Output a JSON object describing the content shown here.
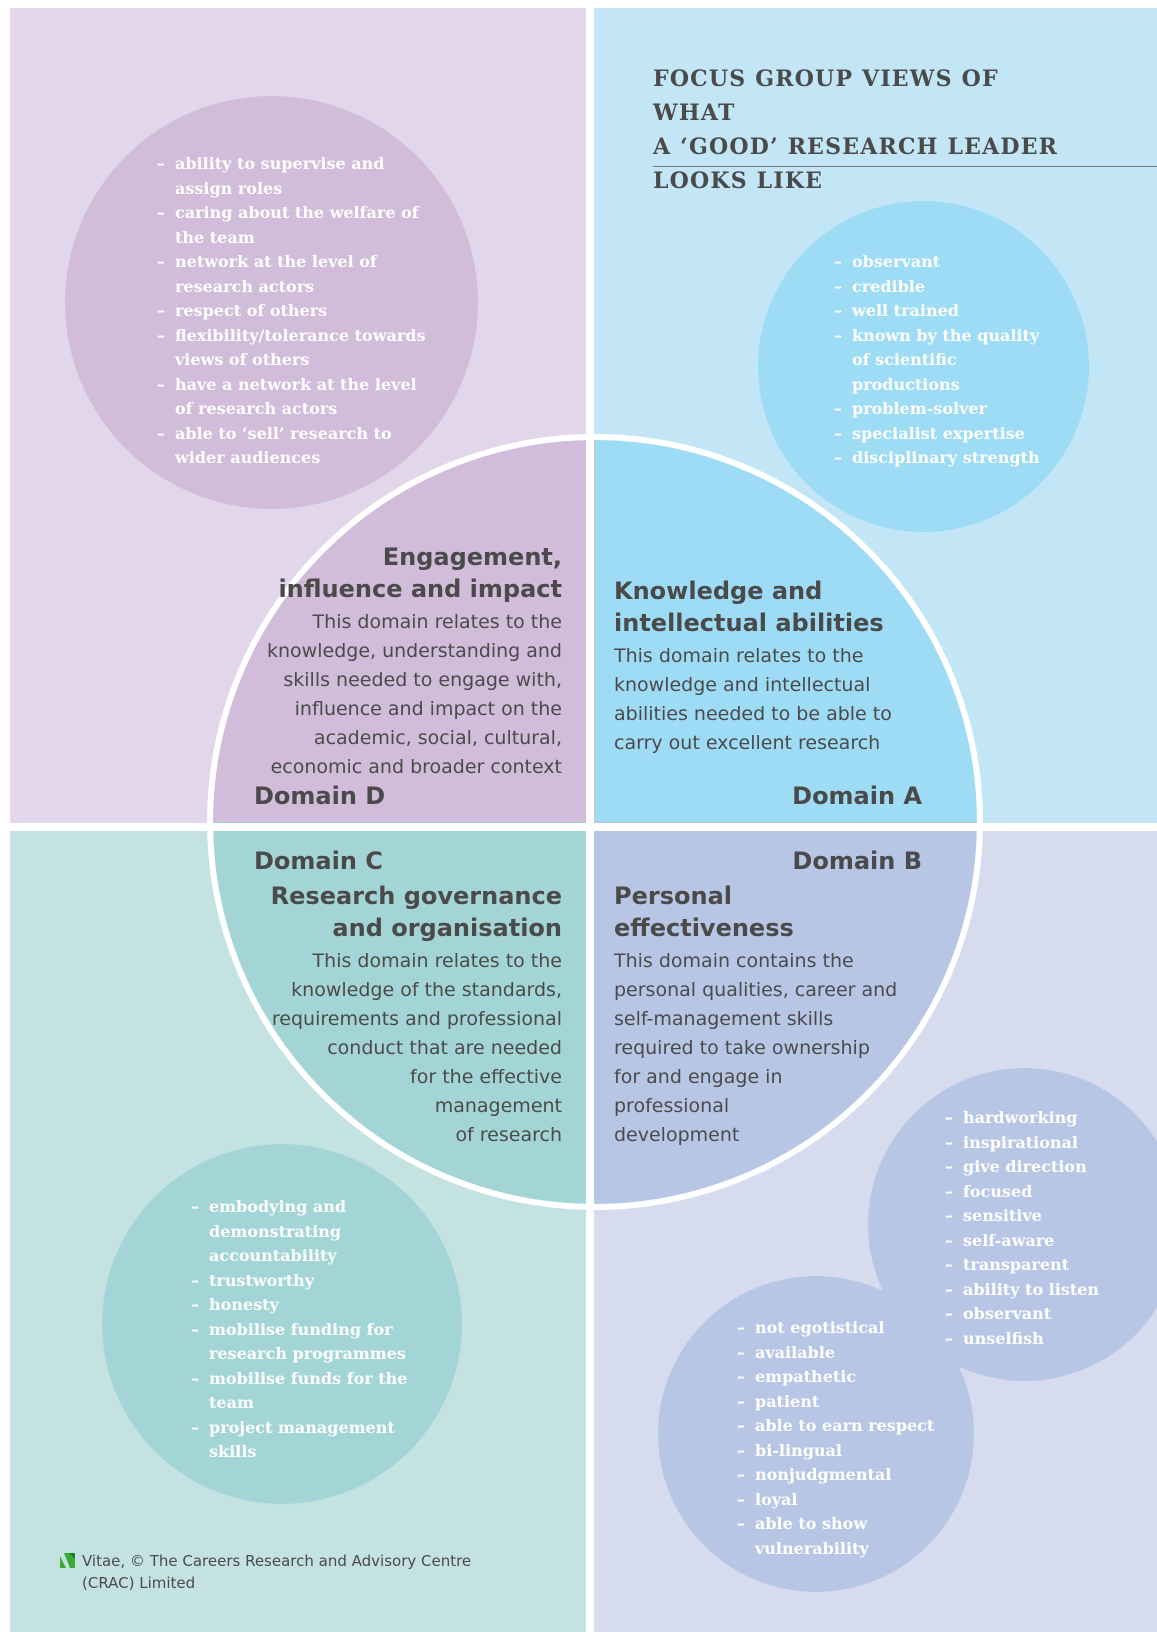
{
  "title_lines": [
    "Focus group views of what",
    "a ‘good’ research leader",
    "looks like"
  ],
  "bubbles": {
    "engagement_traits": [
      "ability to supervise and assign roles",
      "caring about the welfare of the team",
      "network at the level of research actors",
      "respect of others",
      "flexibility/tolerance towards views of others",
      "have a network at the level of research actors",
      "able to ‘sell’ research to wider audiences"
    ],
    "knowledge_traits": [
      "observant",
      "credible",
      "well trained",
      "known by the quality of scientific productions",
      "problem-solver",
      "specialist expertise",
      "disciplinary strength"
    ],
    "governance_traits": [
      "embodying and demonstrating accountability",
      "trustworthy",
      "honesty",
      "mobilise funding for research programmes",
      "mobilise funds for the team",
      "project management skills"
    ],
    "personal_traits_1": [
      "hardworking",
      "inspirational",
      "give direction",
      "focused",
      "sensitive",
      "self-aware",
      "transparent",
      "ability to listen",
      "observant",
      "unselfish"
    ],
    "personal_traits_2": [
      "not egotistical",
      "available",
      "empathetic",
      "patient",
      "able to earn respect",
      "bi-lingual",
      "nonjudgmental",
      "loyal",
      "able to show vulnerability"
    ]
  },
  "domains": {
    "d": {
      "tag": "Domain D",
      "name_lines": [
        "Engagement,",
        "influence and impact"
      ],
      "desc_lines": [
        "This domain relates to the",
        "knowledge, understanding and",
        "skills needed to engage with,",
        "influence and impact on the",
        "academic, social, cultural,",
        "economic and broader context"
      ]
    },
    "a": {
      "tag": "Domain A",
      "name_lines": [
        "Knowledge and",
        "intellectual abilities"
      ],
      "desc_lines": [
        "This domain relates to the",
        "knowledge and intellectual",
        "abilities needed to be able to",
        "carry out excellent research"
      ]
    },
    "c": {
      "tag": "Domain C",
      "name_lines": [
        "Research governance",
        "and organisation"
      ],
      "desc_lines": [
        "This domain relates to the",
        "knowledge of the standards,",
        "requirements and professional",
        "conduct that are needed",
        "for the effective",
        "management",
        "of research"
      ]
    },
    "b": {
      "tag": "Domain B",
      "name_lines": [
        "Personal",
        "effectiveness"
      ],
      "desc_lines": [
        "This domain contains the",
        "personal qualities, career and",
        "self-management skills",
        "required to take ownership",
        "for and engage in",
        "professional",
        "development"
      ]
    }
  },
  "footer": {
    "lines": [
      "Vitae, © The Careers Research and Advisory Centre",
      "(CRAC) Limited"
    ],
    "logo_icon": "vitae-logo-icon"
  },
  "colors": {
    "purple": "#d1bcda",
    "blue": "#9ddcf4",
    "teal": "#a4d5d6",
    "periwinkle": "#b8c6e6",
    "text": "#4a4a4a"
  }
}
